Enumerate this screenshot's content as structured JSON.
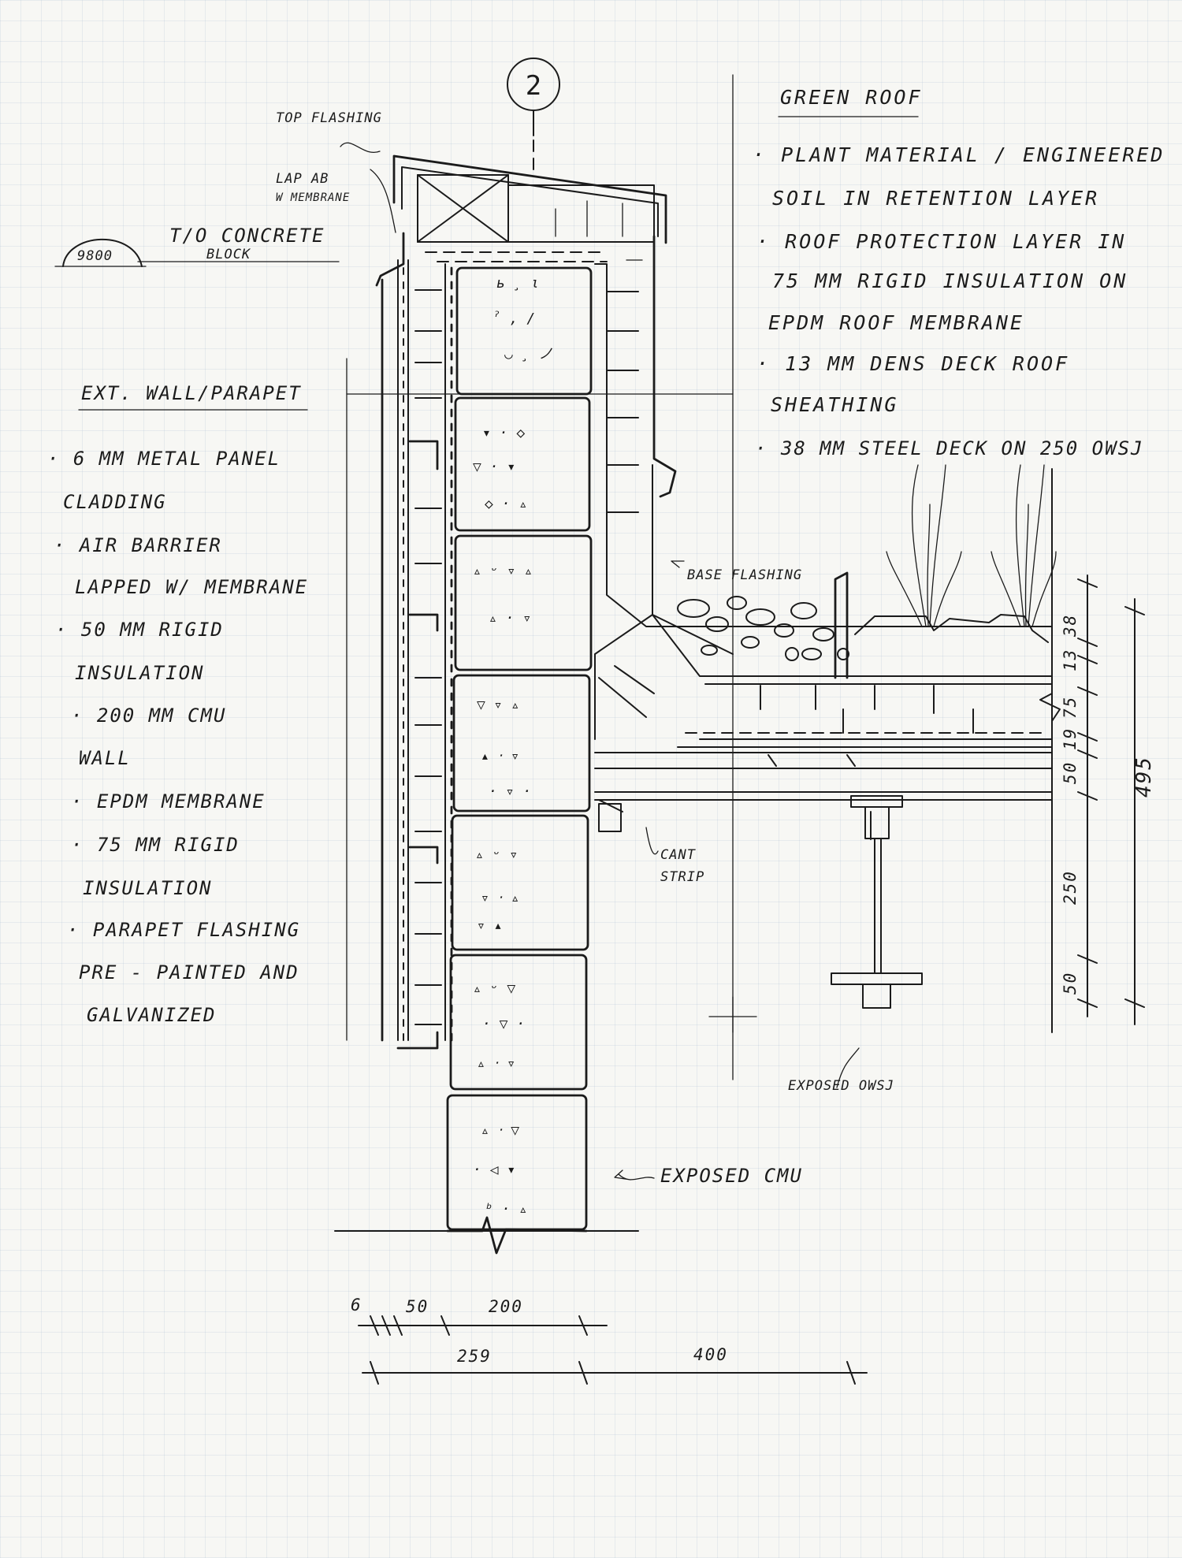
{
  "detail": {
    "number": "2",
    "elevation": "9800"
  },
  "labels": {
    "top_flashing": "TOP FLASHING",
    "lap_ab_1": "LAP AB",
    "lap_ab_2": "W MEMBRANE",
    "concrete_block_1": "T/O CONCRETE",
    "concrete_block_2": "BLOCK",
    "base_flashing": "BASE FLASHING",
    "cant_strip_1": "CANT",
    "cant_strip_2": "STRIP",
    "exposed_owsj": "EXPOSED OWSJ",
    "exposed_cmu": "EXPOSED CMU"
  },
  "wall_notes": {
    "title": "EXT. WALL/PARAPET",
    "lines": [
      "· 6 MM  METAL  PANEL",
      "CLADDING",
      "· AIR  BARRIER",
      "LAPPED  W/ MEMBRANE",
      "· 50  MM  RIGID",
      "INSULATION",
      "· 200   MM   CMU",
      "WALL",
      "· EPDM  MEMBRANE",
      "· 75  MM  RIGID",
      "INSULATION",
      "· PARAPET  FLASHING",
      "PRE - PAINTED   AND",
      "GALVANIZED"
    ]
  },
  "roof_notes": {
    "title": "GREEN  ROOF",
    "lines": [
      "· PLANT  MATERIAL / ENGINEERED",
      "SOIL  IN  RETENTION  LAYER",
      "· ROOF  PROTECTION  LAYER  IN",
      "75 MM  RIGID  INSULATION  ON",
      "EPDM  ROOF  MEMBRANE",
      "· 13 MM  DENS  DECK  ROOF",
      "SHEATHING",
      "· 38 MM  STEEL  DECK  ON 250  OWSJ"
    ]
  },
  "dimensions": {
    "bottom_top": [
      "6",
      "50",
      "200"
    ],
    "bottom_bottom": [
      "259",
      "400"
    ],
    "right_inner": [
      "38",
      "13",
      "75",
      "19",
      "50",
      "250",
      "50"
    ],
    "right_outer": "495"
  }
}
